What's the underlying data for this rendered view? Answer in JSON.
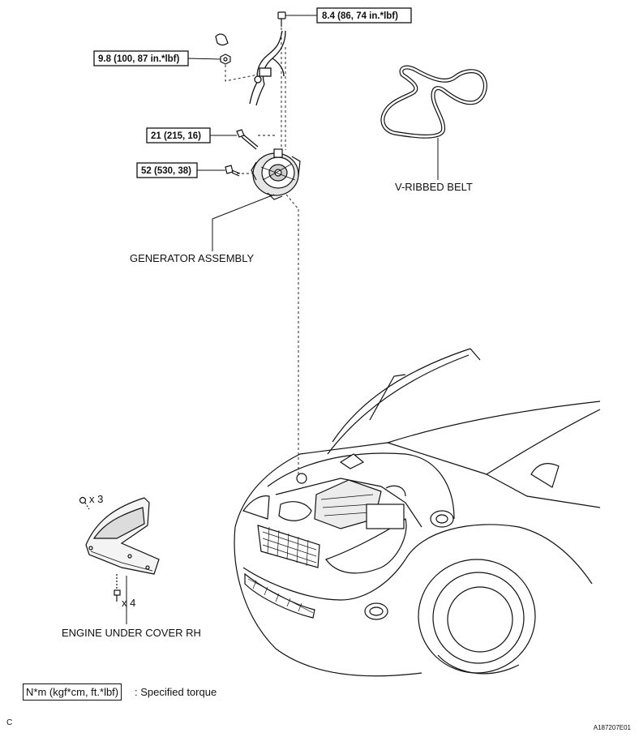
{
  "torque_specs": {
    "top_bolt": "8.4 (86, 74 in.*lbf)",
    "nut": "9.8 (100, 87 in.*lbf)",
    "long_bolt": "21 (215, 16)",
    "short_bolt": "52 (530, 38)"
  },
  "labels": {
    "belt": "V-RIBBED BELT",
    "generator": "GENERATOR ASSEMBLY",
    "under_cover": "ENGINE UNDER COVER RH",
    "clip_count": "x 3",
    "bolt_count": "x 4"
  },
  "legend": {
    "unit_box": "N*m (kgf*cm, ft.*lbf)",
    "description": ": Specified torque"
  },
  "footer": {
    "corner_letter": "C",
    "figure_code": "A187207E01"
  }
}
